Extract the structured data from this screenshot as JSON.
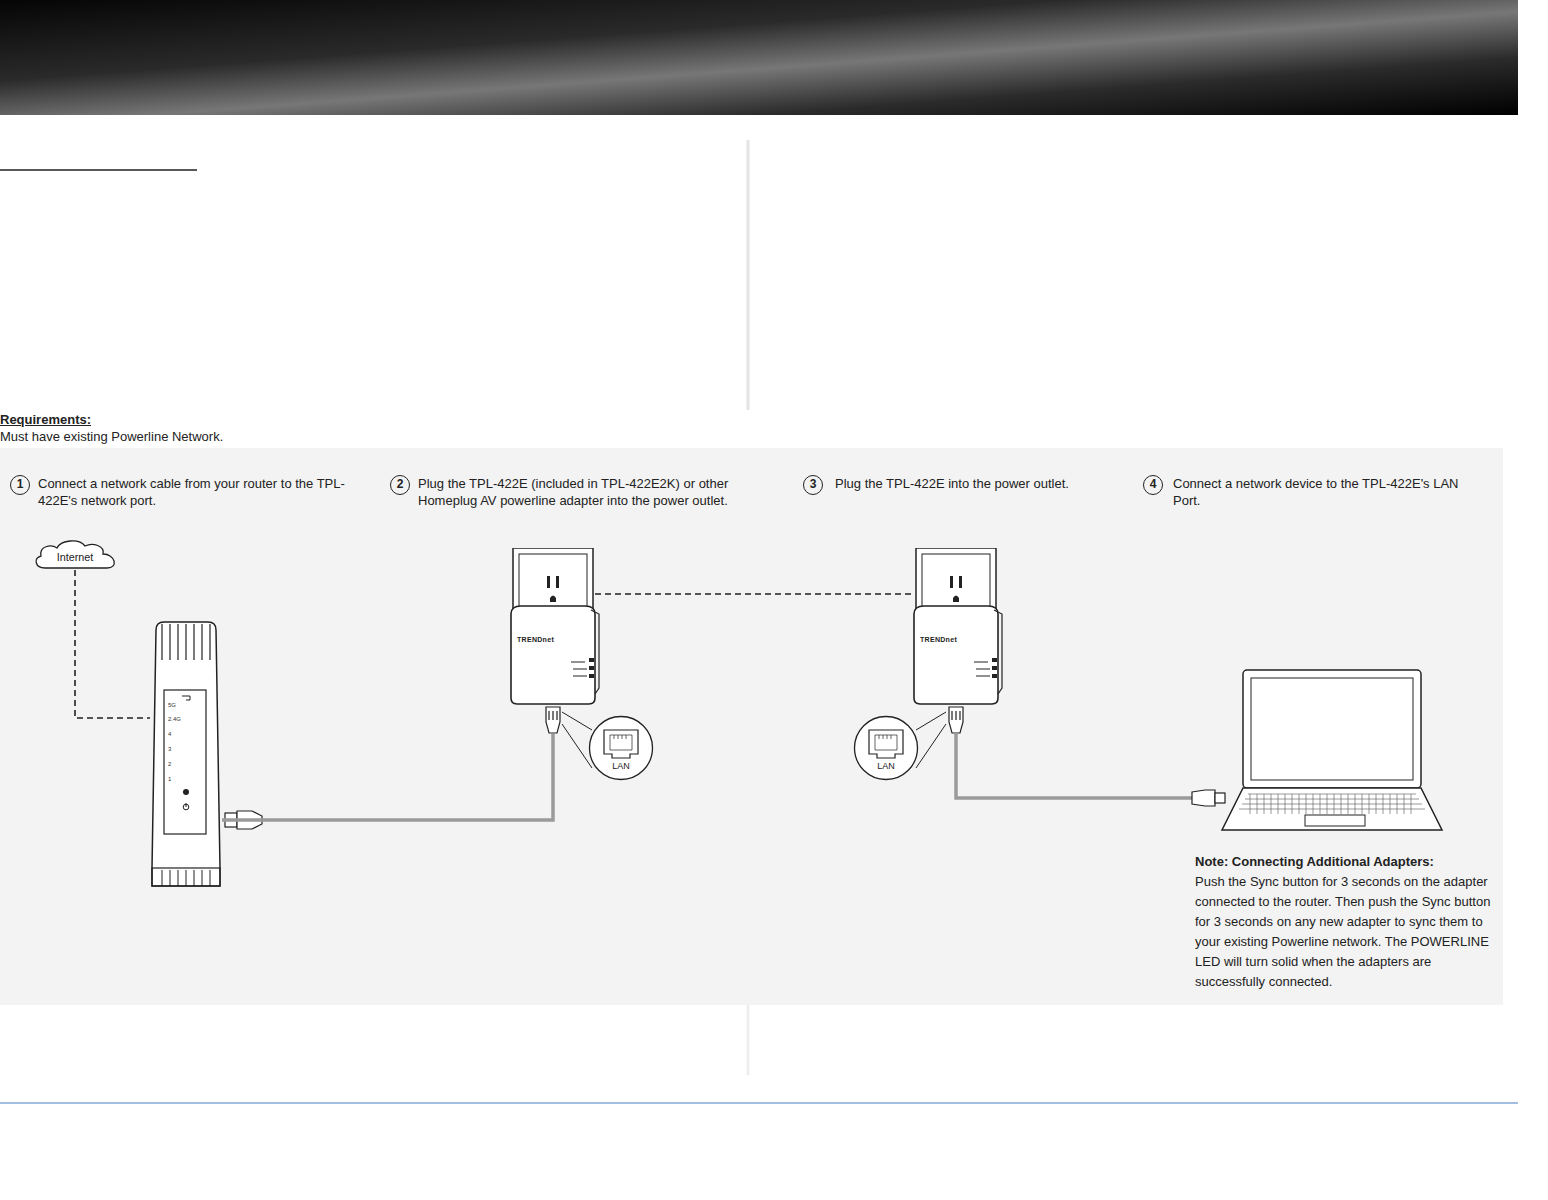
{
  "diagram": {
    "nodes": [
      {
        "text": [
          "Internet"
        ]
      },
      {
        "text": [
          "5G",
          "2.4G",
          "4",
          "3",
          "2",
          "1"
        ]
      },
      {
        "text": [
          "TRENDnet"
        ]
      },
      {
        "text": [
          "LAN"
        ]
      },
      {
        "text": [
          "TRENDnet"
        ]
      },
      {
        "text": [
          "LAN"
        ]
      }
    ],
    "edges": [
      {
        "from": 0,
        "to": 1,
        "arrow": "none"
      },
      {
        "from": 1,
        "to": 2,
        "arrow": "none"
      },
      {
        "from": 2,
        "to": 4,
        "arrow": "none"
      }
    ],
    "labels": [
      "Requirements:",
      "Must have existing Powerline Network.",
      "1",
      "Connect a network cable from your router to the TPL-422E's network port.",
      "2",
      "Plug the TPL-422E (included in TPL-422E2K) or other Homeplug AV powerline adapter into the power outlet.",
      "3",
      "Plug the TPL-422E into the power outlet.",
      "4",
      "Connect a network device to the TPL-422E's LAN Port.",
      "Note: Connecting Additional Adapters:",
      "Push the Sync button for 3 seconds on the adapter connected to the router. Then push the Sync button for 3 seconds on any new adapter to sync them to your existing Powerline network. The POWERLINE LED will turn solid when the adapters are successfully connected."
    ]
  }
}
